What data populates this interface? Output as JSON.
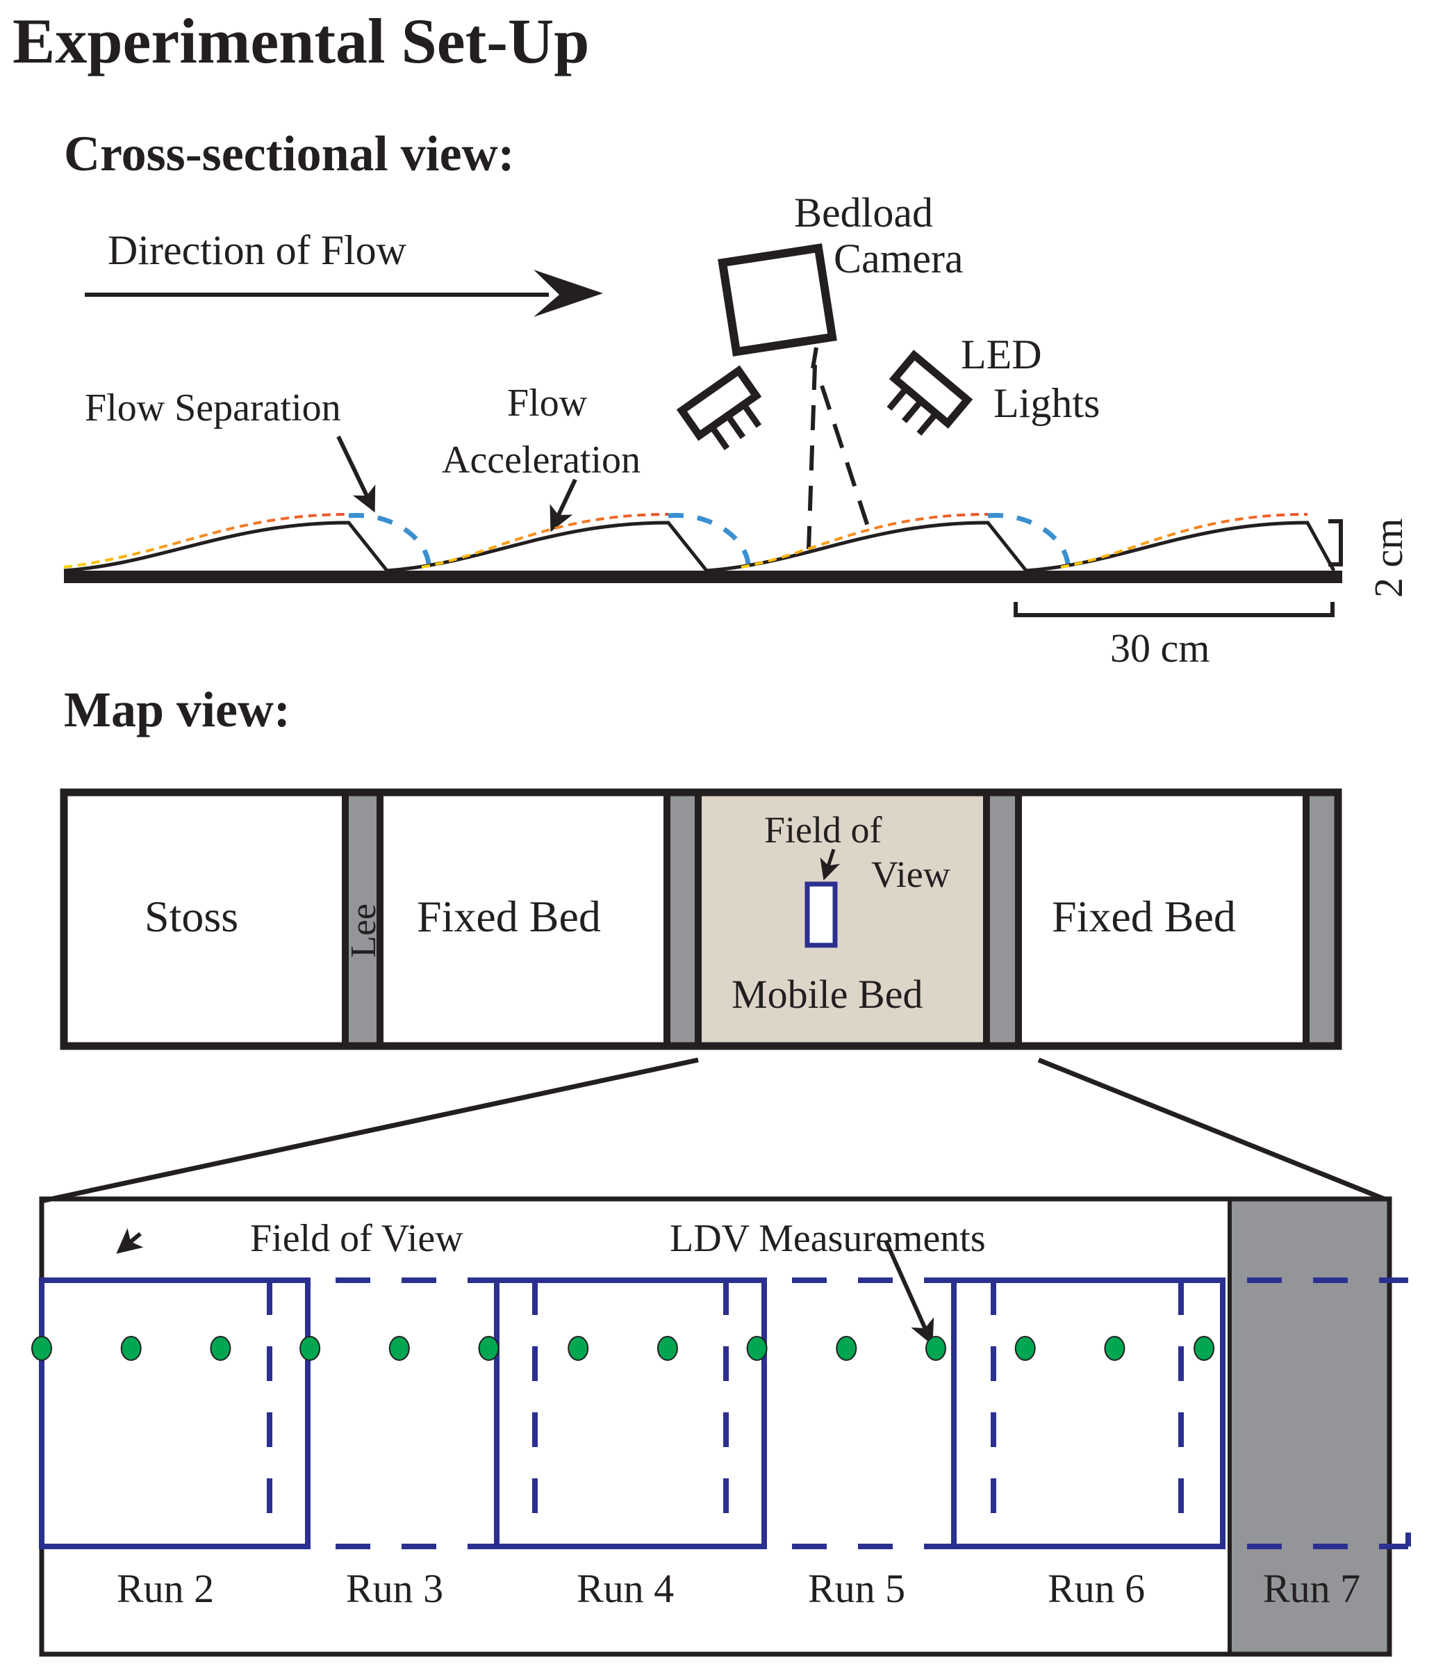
{
  "title": "Experimental Set-Up",
  "cross_section": {
    "heading": "Cross-sectional view:",
    "direction_label": "Direction of Flow",
    "camera_label_line1": "Bedload",
    "camera_label_line2": "Camera",
    "led_label_line1": "LED",
    "led_label_line2": "Lights",
    "flow_separation_label": "Flow Separation",
    "flow_acceleration_line1": "Flow",
    "flow_acceleration_line2": "Acceleration",
    "scale_height": "2 cm",
    "scale_length": "30 cm",
    "dune_count": 4
  },
  "map_view": {
    "heading": "Map view:",
    "sections": {
      "stoss": "Stoss",
      "lee": "Lee",
      "fixed_bed_1": "Fixed Bed",
      "mobile_bed": "Mobile Bed",
      "fixed_bed_2": "Fixed Bed"
    },
    "fov_label_line1": "Field of",
    "fov_label_line2": "View"
  },
  "detail": {
    "fov_label": "Field of View",
    "ldv_label": "LDV Measurements",
    "runs": [
      "Run 2",
      "Run 3",
      "Run 4",
      "Run 5",
      "Run 6",
      "Run 7"
    ],
    "ldv_point_count": 14
  },
  "colors": {
    "ink": "#231f20",
    "lee_gray": "#939598",
    "mobile_bed": "#ddd5c8",
    "fov_blue": "#2b3090",
    "ldv_green": "#00a651",
    "separation_blue": "#3b8fd0",
    "accel_red": "#e94e2e",
    "accel_orange": "#f7941d",
    "accel_yellow": "#ffd200"
  }
}
